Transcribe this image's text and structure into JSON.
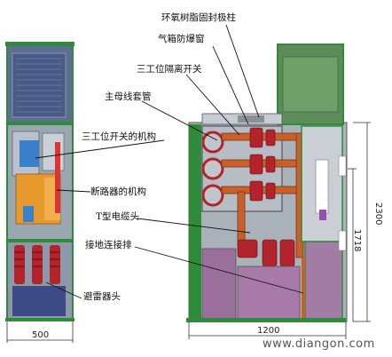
{
  "labels": {
    "epoxy_pole": "环氧树脂固封极柱",
    "gas_window": "气箱防爆窗",
    "three_pos_switch": "三工位隔离开关",
    "busbar_bushing": "主母线套管",
    "three_pos_mechanism": "三工位开关的机构",
    "breaker_mechanism": "断路器的机构",
    "t_cable_head": "T型电缆头",
    "earth_bar": "接地连接排",
    "arrester_head": "避雷器头"
  },
  "dimensions": {
    "left_width": "500",
    "right_width": "1200",
    "height_total": "2300",
    "height_lower": "1718"
  },
  "watermark": "www.diangon.com",
  "colors": {
    "frame_green": "#2e8b3a",
    "cabinet_gray": "#8e9aa6",
    "door_blue": "#3d4a86",
    "purple_panel": "#9a6f9c",
    "copper": "#c8602a",
    "red_insulator": "#b3232b",
    "orange_mech": "#e69a2e"
  }
}
